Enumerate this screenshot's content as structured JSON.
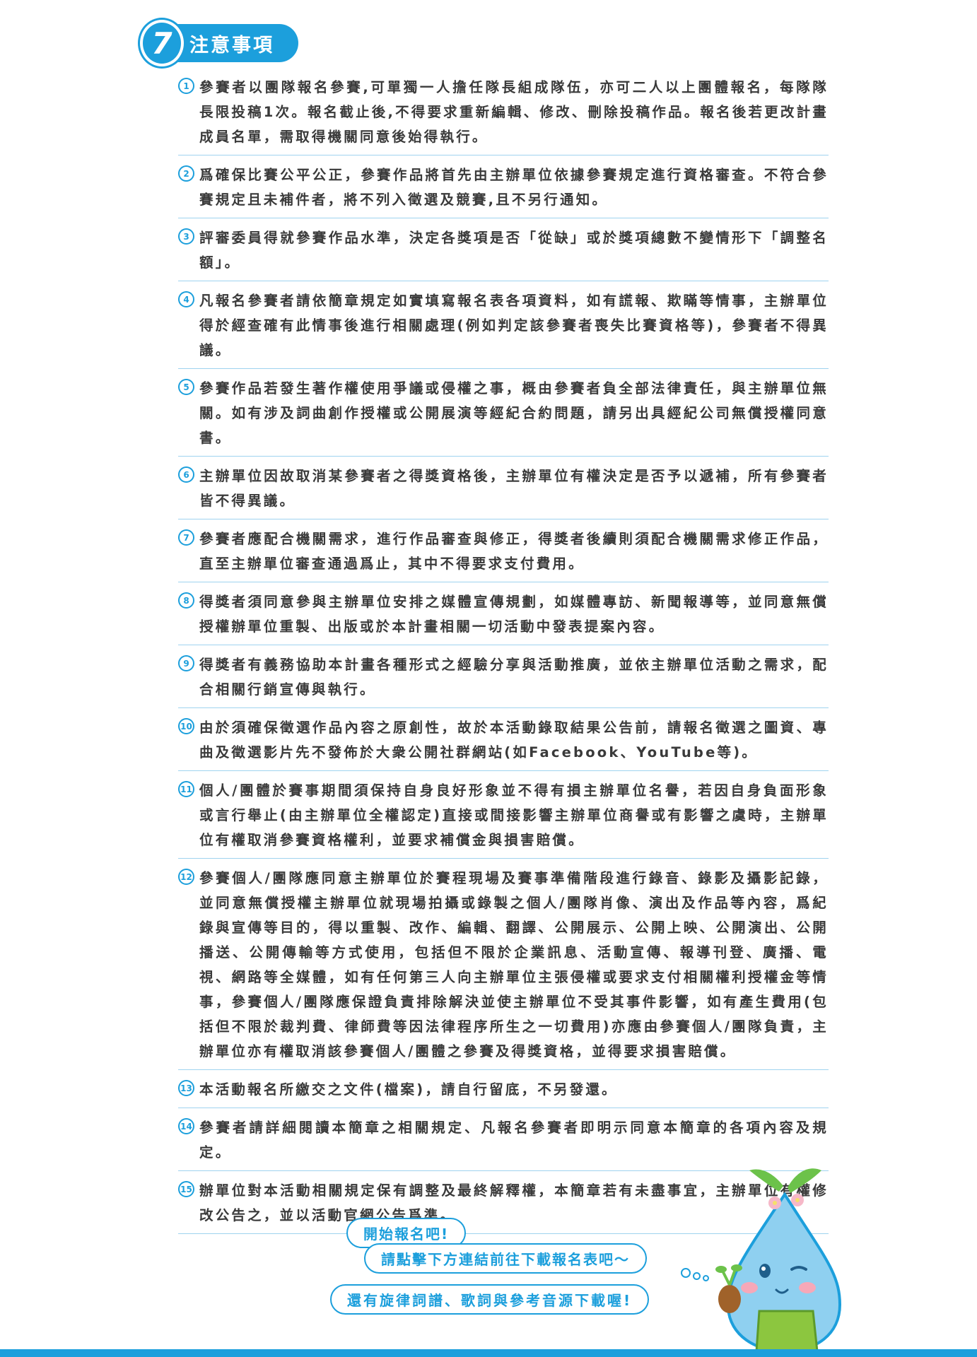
{
  "header": {
    "number": "7",
    "title": "注意事項"
  },
  "notes": [
    {
      "num": "1",
      "text": "參賽者以團隊報名參賽,可單獨一人擔任隊長組成隊伍，亦可二人以上團體報名，每隊隊長限投稿1次。報名截止後,不得要求重新編輯、修改、刪除投稿作品。報名後若更改計畫成員名單，需取得機關同意後始得執行。"
    },
    {
      "num": "2",
      "text": "爲確保比賽公平公正，參賽作品將首先由主辦單位依據參賽規定進行資格審查。不符合參賽規定且未補件者，將不列入徵選及競賽,且不另行通知。"
    },
    {
      "num": "3",
      "text": "評審委員得就參賽作品水準，決定各獎項是否「從缺」或於獎項總數不變情形下「調整名額」。"
    },
    {
      "num": "4",
      "text": "凡報名參賽者請依簡章規定如實填寫報名表各項資料，如有謊報、欺瞞等情事，主辦單位得於經查確有此情事後進行相關處理(例如判定該參賽者喪失比賽資格等)，參賽者不得異議。"
    },
    {
      "num": "5",
      "text": "參賽作品若發生著作權使用爭議或侵權之事，概由參賽者負全部法律責任，與主辦單位無關。如有涉及詞曲創作授權或公開展演等經紀合約問題，請另出具經紀公司無償授權同意書。"
    },
    {
      "num": "6",
      "text": "主辦單位因故取消某參賽者之得獎資格後，主辦單位有權決定是否予以遞補，所有參賽者皆不得異議。"
    },
    {
      "num": "7",
      "text": "參賽者應配合機關需求，進行作品審查與修正，得獎者後續則須配合機關需求修正作品，直至主辦單位審查通過爲止，其中不得要求支付費用。"
    },
    {
      "num": "8",
      "text": "得獎者須同意參與主辦單位安排之媒體宣傳規劃，如媒體專訪、新聞報導等，並同意無償授權辦單位重製、出版或於本計畫相關一切活動中發表提案內容。"
    },
    {
      "num": "9",
      "text": "得獎者有義務協助本計畫各種形式之經驗分享與活動推廣，並依主辦單位活動之需求，配合相關行銷宣傳與執行。"
    },
    {
      "num": "10",
      "text": "由於須確保徵選作品內容之原創性，故於本活動錄取結果公告前，請報名徵選之圖資、專曲及徵選影片先不發佈於大衆公開社群網站(如Facebook、YouTube等)。"
    },
    {
      "num": "11",
      "text": "個人/團體於賽事期間須保持自身良好形象並不得有損主辦單位名譽，若因自身負面形象或言行舉止(由主辦單位全權認定)直接或間接影響主辦單位商譽或有影響之虞時，主辦單位有權取消參賽資格權利，並要求補償金與損害賠償。"
    },
    {
      "num": "12",
      "text": "參賽個人/團隊應同意主辦單位於賽程現場及賽事準備階段進行錄音、錄影及攝影記錄，並同意無償授權主辦單位就現場拍攝或錄製之個人/團隊肖像、演出及作品等內容，爲紀錄與宣傳等目的，得以重製、改作、編輯、翻譯、公開展示、公開上映、公開演出、公開播送、公開傳輸等方式使用，包括但不限於企業訊息、活動宣傳、報導刊登、廣播、電視、網路等全媒體，如有任何第三人向主辦單位主張侵權或要求支付相關權利授權金等情事，參賽個人/團隊應保證負責排除解決並使主辦單位不受其事件影響，如有產生費用(包括但不限於裁判費、律師費等因法律程序所生之一切費用)亦應由參賽個人/團隊負責，主辦單位亦有權取消該參賽個人/團體之參賽及得獎資格，並得要求損害賠償。"
    },
    {
      "num": "13",
      "text": "本活動報名所繳交之文件(檔案)，請自行留底，不另發還。"
    },
    {
      "num": "14",
      "text": "參賽者請詳細閱讀本簡章之相關規定、凡報名參賽者即明示同意本簡章的各項內容及規定。"
    },
    {
      "num": "15",
      "text": "辦單位對本活動相關規定保有調整及最終解釋權，本簡章若有未盡事宜，主辦單位有權修改公告之，並以活動官網公告爲準。"
    }
  ],
  "bubbles": {
    "line1": "開始報名吧!",
    "line2": "請點擊下方連結前往下載報名表吧～",
    "line3": "還有旋律詞譜、歌詞與參考音源下載喔!"
  },
  "colors": {
    "accent": "#1c9fdc",
    "divider": "#9fd3ef",
    "text": "#3a3a3a"
  }
}
